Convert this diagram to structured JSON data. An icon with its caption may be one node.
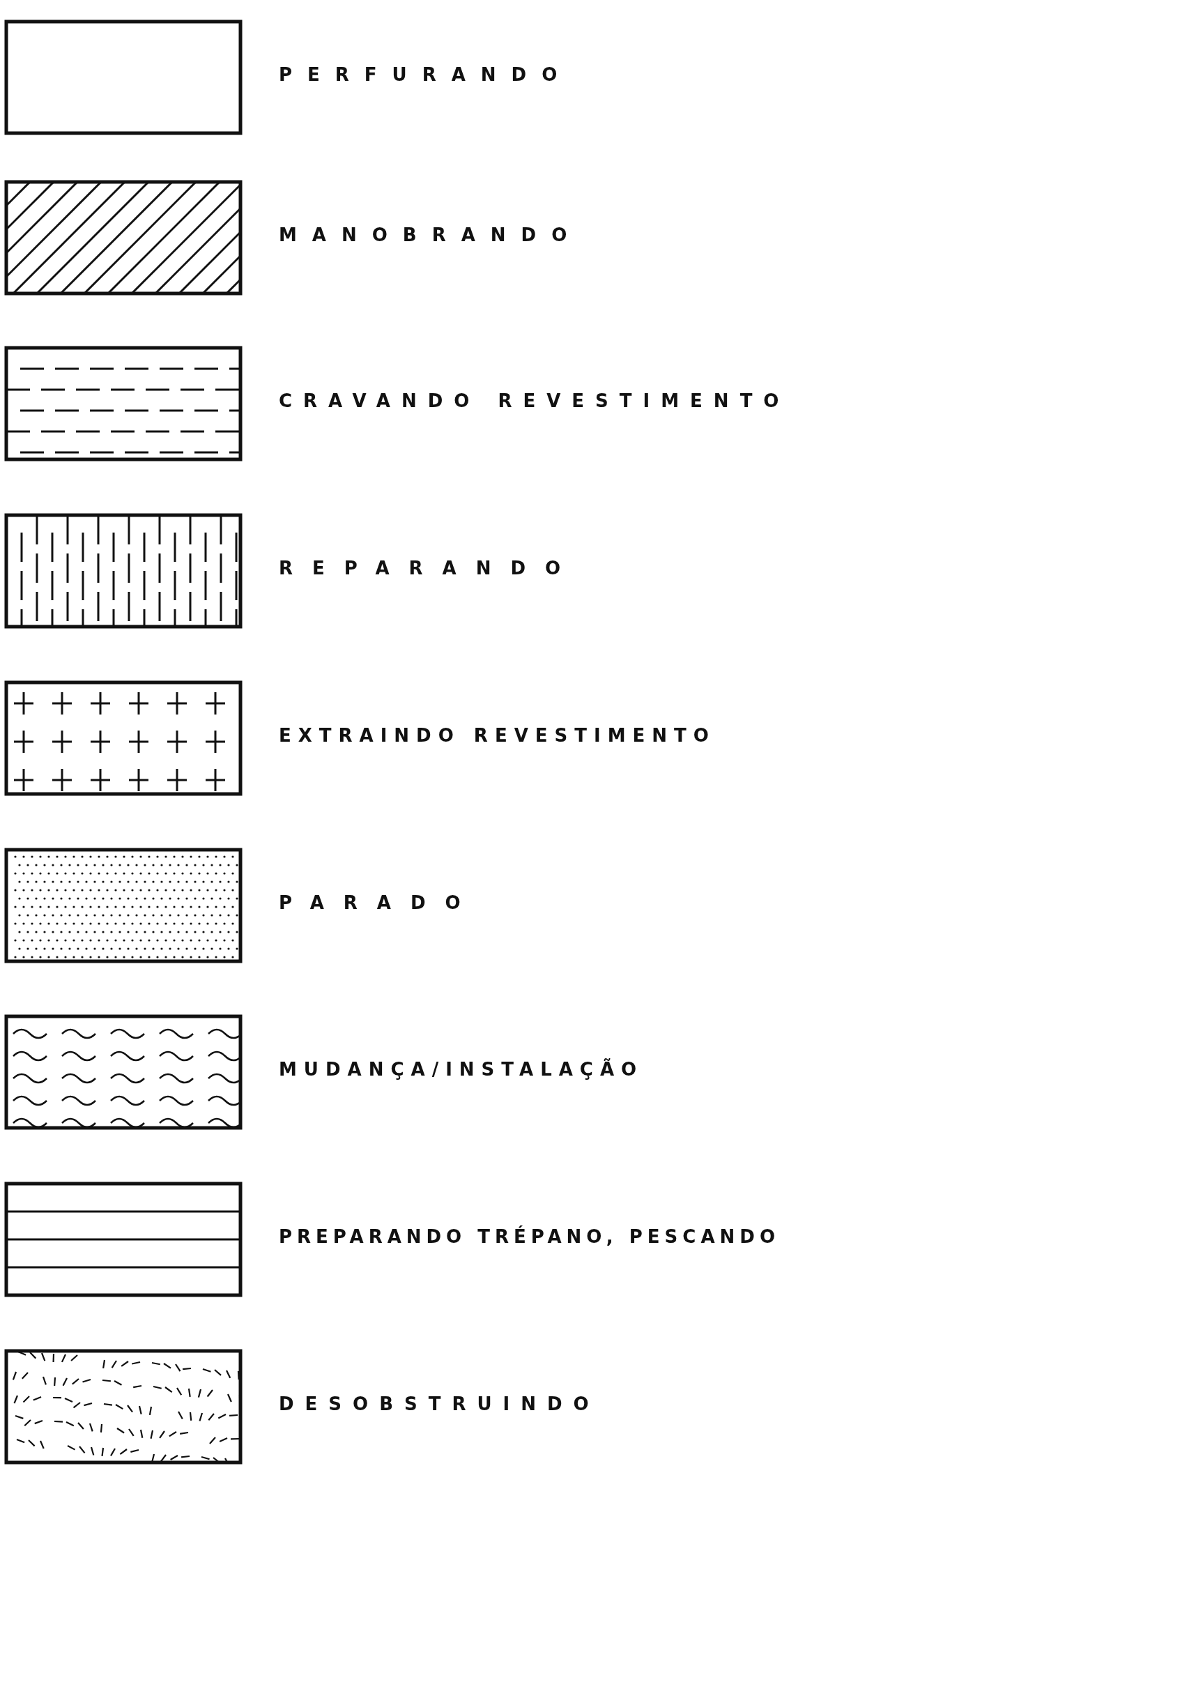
{
  "diagram": {
    "legend": [
      {
        "text": "PERFURANDO"
      },
      {
        "text": "MANOBRANDO"
      },
      {
        "text": "CRAVANDO REVESTIMENTO"
      },
      {
        "text": "REPARANDO"
      },
      {
        "text": "EXTRAINDO REVESTIMENTO"
      },
      {
        "text": "PARADO"
      },
      {
        "text": "MUDANÇA/INSTALAÇÃO"
      },
      {
        "text": "PREPARANDO TRÉPANO, PESCANDO"
      },
      {
        "text": "DESOBSTRUINDO"
      }
    ]
  }
}
